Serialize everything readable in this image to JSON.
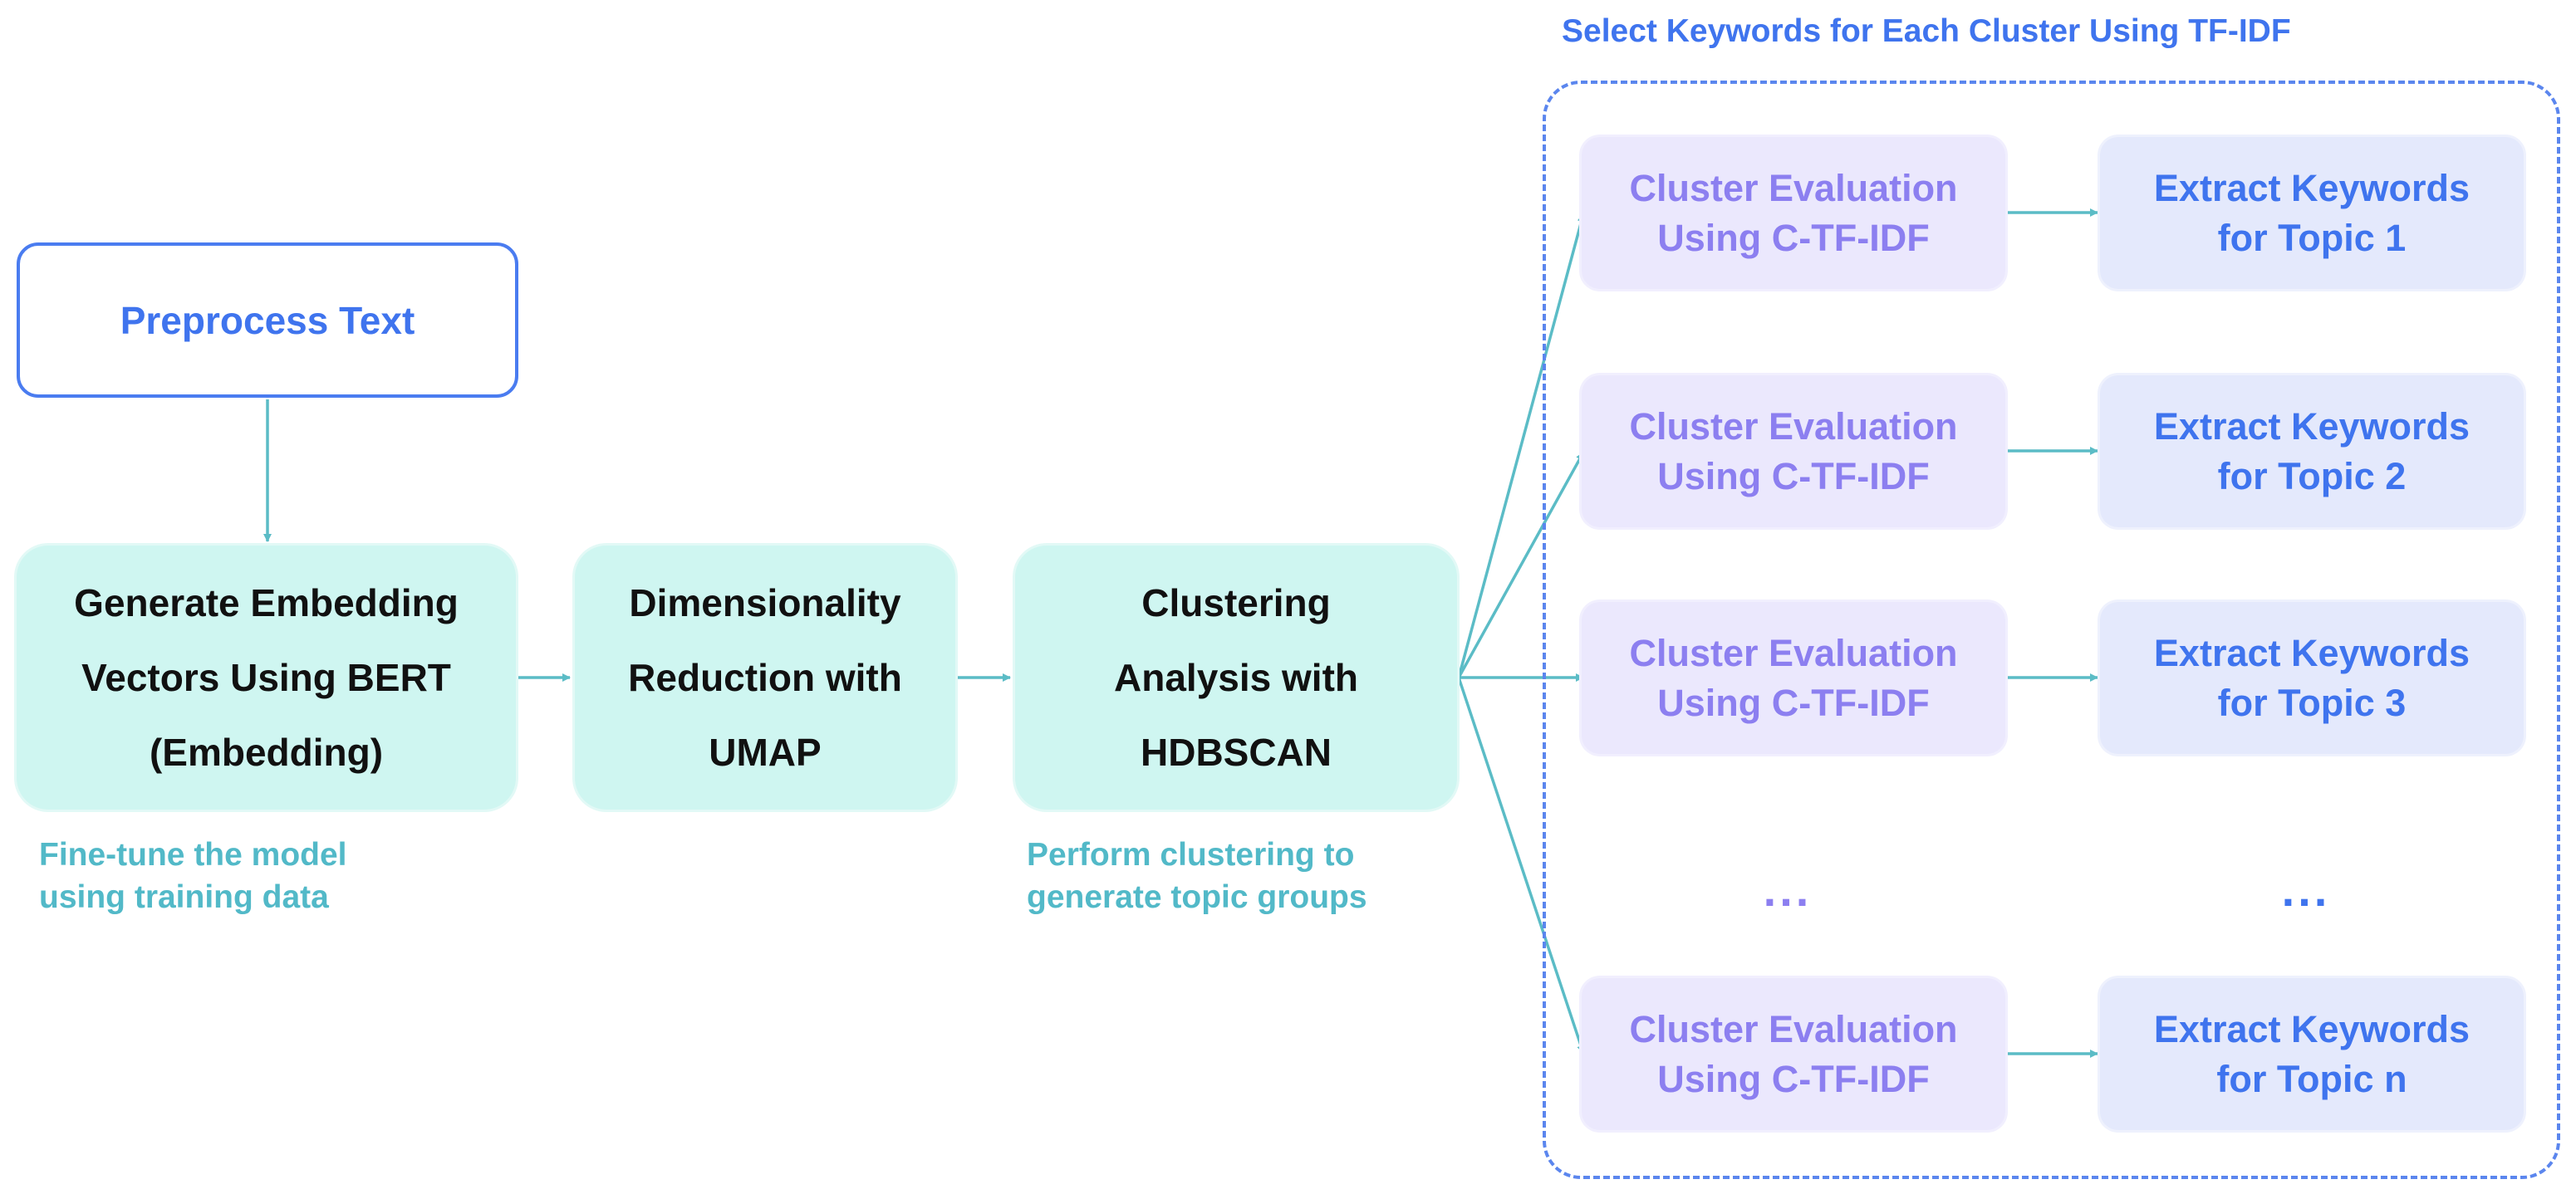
{
  "preprocess": {
    "label": "Preprocess Text"
  },
  "steps": [
    {
      "lines": [
        "Generate Embedding",
        "Vectors Using BERT",
        "(Embedding)"
      ]
    },
    {
      "lines": [
        "Dimensionality",
        "Reduction with",
        "UMAP"
      ]
    },
    {
      "lines": [
        "Clustering",
        "Analysis with",
        "HDBSCAN"
      ]
    }
  ],
  "notes": {
    "embedding": [
      "Fine-tune the model",
      "using training data"
    ],
    "clustering": [
      "Perform clustering to",
      "generate topic groups"
    ]
  },
  "group": {
    "title": "Select Keywords for Each Cluster Using TF-IDF",
    "ellipsis": "...",
    "rows": [
      {
        "eval": [
          "Cluster Evaluation",
          "Using C-TF-IDF"
        ],
        "keywords": [
          "Extract Keywords",
          "for Topic 1"
        ]
      },
      {
        "eval": [
          "Cluster Evaluation",
          "Using C-TF-IDF"
        ],
        "keywords": [
          "Extract Keywords",
          "for Topic 2"
        ]
      },
      {
        "eval": [
          "Cluster Evaluation",
          "Using C-TF-IDF"
        ],
        "keywords": [
          "Extract Keywords",
          "for Topic 3"
        ]
      },
      {
        "eval": [
          "Cluster Evaluation",
          "Using C-TF-IDF"
        ],
        "keywords": [
          "Extract Keywords",
          "for Topic n"
        ]
      }
    ]
  },
  "colors": {
    "accent_blue": "#3f74ee",
    "teal_box": "#cff6f1",
    "teal_text": "#52b9c8",
    "arrow": "#5bbcc6",
    "purple_text": "#8c7ff0",
    "eval_box": "#ebe8fd",
    "keyword_box": "#e4e9fc"
  }
}
